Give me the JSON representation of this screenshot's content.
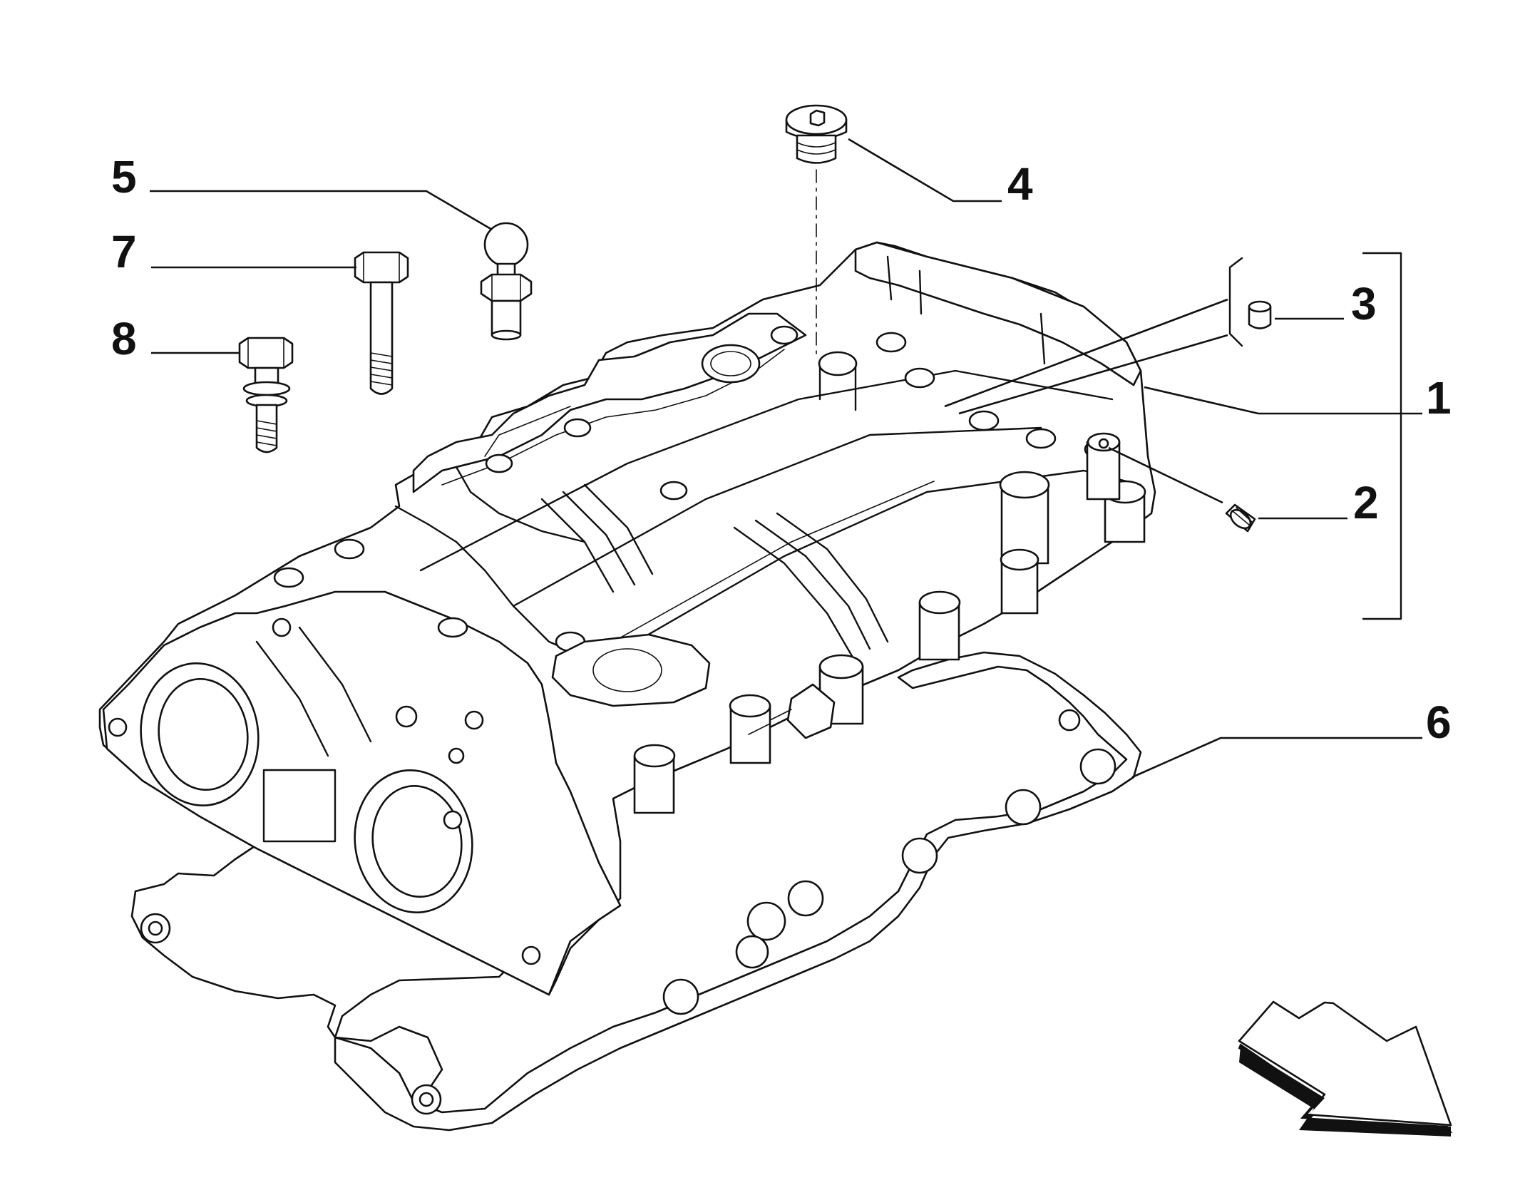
{
  "callouts": [
    {
      "id": "1",
      "label": "1"
    },
    {
      "id": "2",
      "label": "2"
    },
    {
      "id": "3",
      "label": "3"
    },
    {
      "id": "4",
      "label": "4"
    },
    {
      "id": "5",
      "label": "5"
    },
    {
      "id": "6",
      "label": "6"
    },
    {
      "id": "7",
      "label": "7"
    },
    {
      "id": "8",
      "label": "8"
    }
  ],
  "icons": {
    "direction_arrow": "direction-arrow-icon"
  }
}
